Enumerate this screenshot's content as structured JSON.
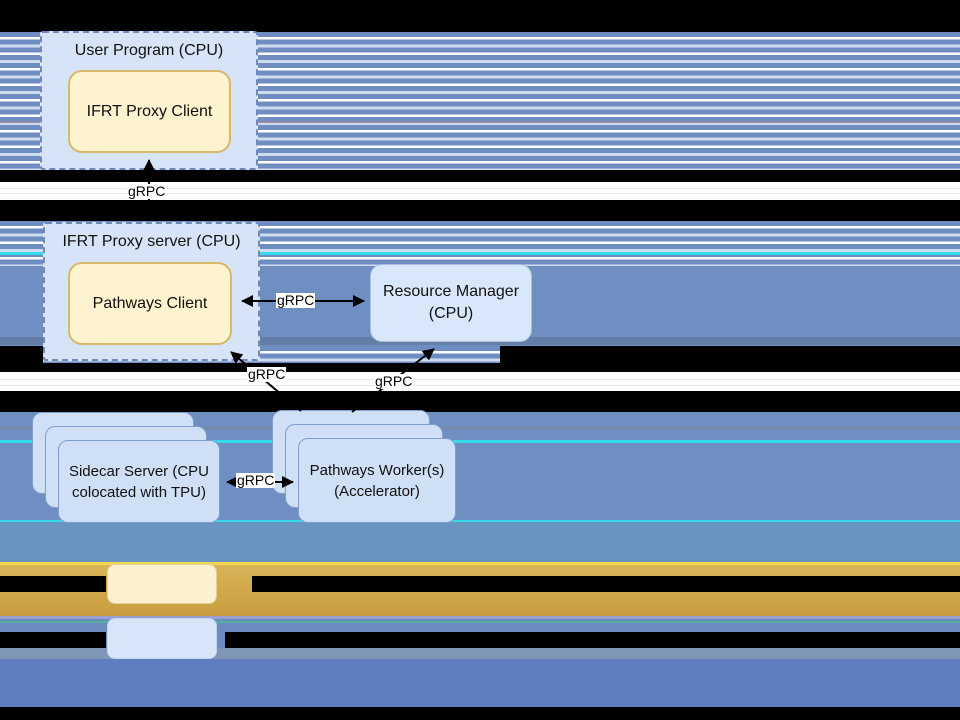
{
  "nodes": {
    "user_program": {
      "label": "User Program (CPU)"
    },
    "ifrt_proxy_client": {
      "label": "IFRT Proxy Client"
    },
    "ifrt_proxy_server": {
      "label": "IFRT Proxy server (CPU)"
    },
    "pathways_client": {
      "label": "Pathways Client"
    },
    "resource_manager": {
      "line1": "Resource Manager",
      "line2": "(CPU)"
    },
    "sidecar_server": {
      "line1": "Sidecar Server (CPU",
      "line2": "colocated with TPU)"
    },
    "pathways_workers": {
      "line1": "Pathways Worker(s)",
      "line2": "(Accelerator)"
    }
  },
  "edges": {
    "grpc_to_ifrt_proxy_client": {
      "label": "gRPC"
    },
    "pathways_client_resource_manager": {
      "label": "gRPC"
    },
    "workers_to_pathways_client": {
      "label": "gRPC"
    },
    "workers_to_resource_manager": {
      "label": "gRPC"
    },
    "sidecar_workers": {
      "label": "gRPC"
    }
  },
  "legend": {
    "yellow_swatch_color": "#fdf3cf",
    "blue_swatch_color": "#d8e4f8",
    "row_labels_redacted": true
  },
  "colors": {
    "stripe_blue": "#6e8ec3",
    "stripe_light": "#cfdcef",
    "solid_blue": "#6f8fc3",
    "solid_blue_light": "#6994c2",
    "periwinkle": "#5e7ec1",
    "gold_band": "#d2a94e",
    "bright_yellow_line": "#f3d84f",
    "cyan_artifact": "#36d9e9",
    "node_blue_fill": "#d7e4f7",
    "node_blue_border": "#7288b8",
    "node_yellow_fill": "#fdf3cf",
    "node_yellow_border": "#d9b86a",
    "stack_fill": "#cfdff5",
    "stack_border": "#7e9fd2",
    "redaction": "#000000"
  }
}
